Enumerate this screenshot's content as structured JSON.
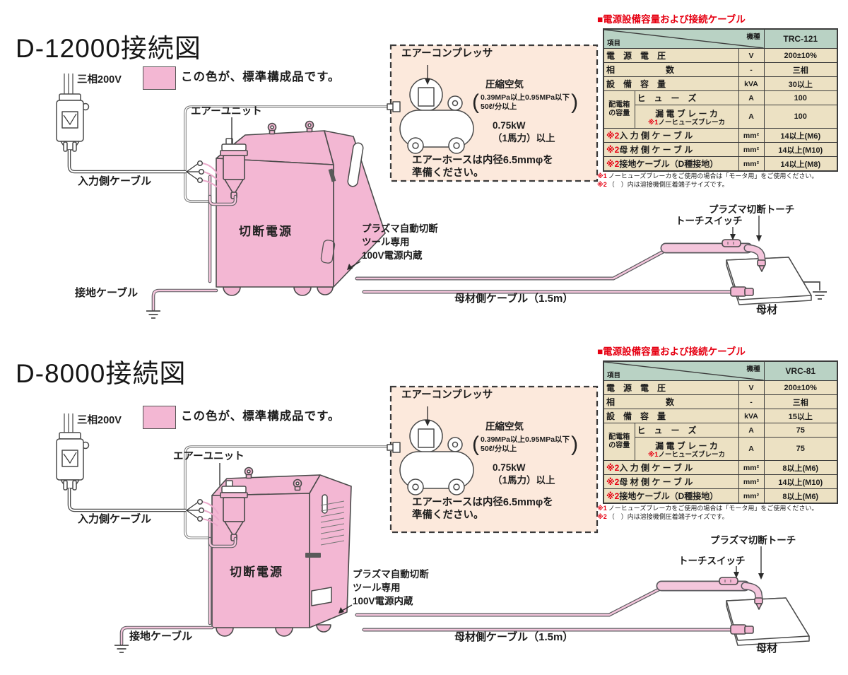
{
  "colors": {
    "standard_pink": "#f3b7d3",
    "compressor_box_bg": "#fce9dc",
    "table_header_green": "#b9d2c4",
    "table_body_tan": "#ece1c3",
    "accent_red": "#e60012"
  },
  "shared": {
    "phase_label": "三相200V",
    "legend_text": "この色が、標準構成品です。",
    "air_unit_label": "エアーユニット",
    "input_cable_label": "入力側ケーブル",
    "power_source_label": "切断電源",
    "ground_cable_label": "接地ケーブル",
    "work_cable_label": "母材側ケーブル（1.5m）",
    "workpiece_label": "母材",
    "torch_label": "プラズマ切断トーチ",
    "torch_switch_label": "トーチスイッチ",
    "builtin_note_line1": "プラズマ自動切断",
    "builtin_note_line2": "ツール専用",
    "builtin_note_line3": "100V電源内蔵",
    "compressor": {
      "label": "エアーコンプレッサ",
      "spec_title": "圧縮空気",
      "spec_line1": "0.39MPa以上0.95MPa以下",
      "spec_line2": "50ℓ/分以上",
      "power_line1": "0.75kW",
      "power_line2": "（1馬力）以上",
      "hose_note1": "エアーホースは内径6.5mmφを",
      "hose_note2": "準備ください。"
    },
    "table_title": "■電源設備容量および接続ケーブル",
    "table_header": {
      "item": "項目",
      "model": "機種"
    },
    "footnote1_mark": "※1",
    "footnote1_text": "ノーヒューズブレーカをご使用の場合は「モータ用」をご使用ください。",
    "footnote2_mark": "※2",
    "footnote2_text": "（　）内は溶接機側圧着端子サイズです。"
  },
  "sections": [
    {
      "id": "d12000",
      "title": "D-12000接続図",
      "model": "TRC-121",
      "table": {
        "rows": [
          {
            "label": "電　源　電　圧",
            "unit": "V",
            "value": "200±10%"
          },
          {
            "label": "相　　　　　　数",
            "unit": "-",
            "value": "三相"
          },
          {
            "label": "設　備　容　量",
            "unit": "kVA",
            "value": "30以上"
          },
          {
            "group": "配電箱の容量",
            "label": "ヒ　ュ　ー　ズ",
            "unit": "A",
            "value": "100"
          },
          {
            "label": "漏 電 ブ レ ー カ",
            "sub_mark": "※1",
            "sub_label": "ノーヒューズブレーカ",
            "unit": "A",
            "value": "100"
          },
          {
            "mark": "※2",
            "label": "入 力 側 ケ ー ブ ル",
            "unit": "mm²",
            "value": "14以上(M6)"
          },
          {
            "mark": "※2",
            "label": "母 材 側 ケ ー ブ ル",
            "unit": "mm²",
            "value": "14以上(M10)"
          },
          {
            "mark": "※2",
            "label": "接地ケーブル（D種接地）",
            "unit": "mm²",
            "value": "14以上(M8)"
          }
        ]
      }
    },
    {
      "id": "d8000",
      "title": "D-8000接続図",
      "model": "VRC-81",
      "table": {
        "rows": [
          {
            "label": "電　源　電　圧",
            "unit": "V",
            "value": "200±10%"
          },
          {
            "label": "相　　　　　　数",
            "unit": "-",
            "value": "三相"
          },
          {
            "label": "設　備　容　量",
            "unit": "kVA",
            "value": "15以上"
          },
          {
            "group": "配電箱の容量",
            "label": "ヒ　ュ　ー　ズ",
            "unit": "A",
            "value": "75"
          },
          {
            "label": "漏 電 ブ レ ー カ",
            "sub_mark": "※1",
            "sub_label": "ノーヒューズブレーカ",
            "unit": "A",
            "value": "75"
          },
          {
            "mark": "※2",
            "label": "入 力 側 ケ ー ブ ル",
            "unit": "mm²",
            "value": "8以上(M6)"
          },
          {
            "mark": "※2",
            "label": "母 材 側 ケ ー ブ ル",
            "unit": "mm²",
            "value": "14以上(M10)"
          },
          {
            "mark": "※2",
            "label": "接地ケーブル（D種接地）",
            "unit": "mm²",
            "value": "8以上(M6)"
          }
        ]
      }
    }
  ]
}
